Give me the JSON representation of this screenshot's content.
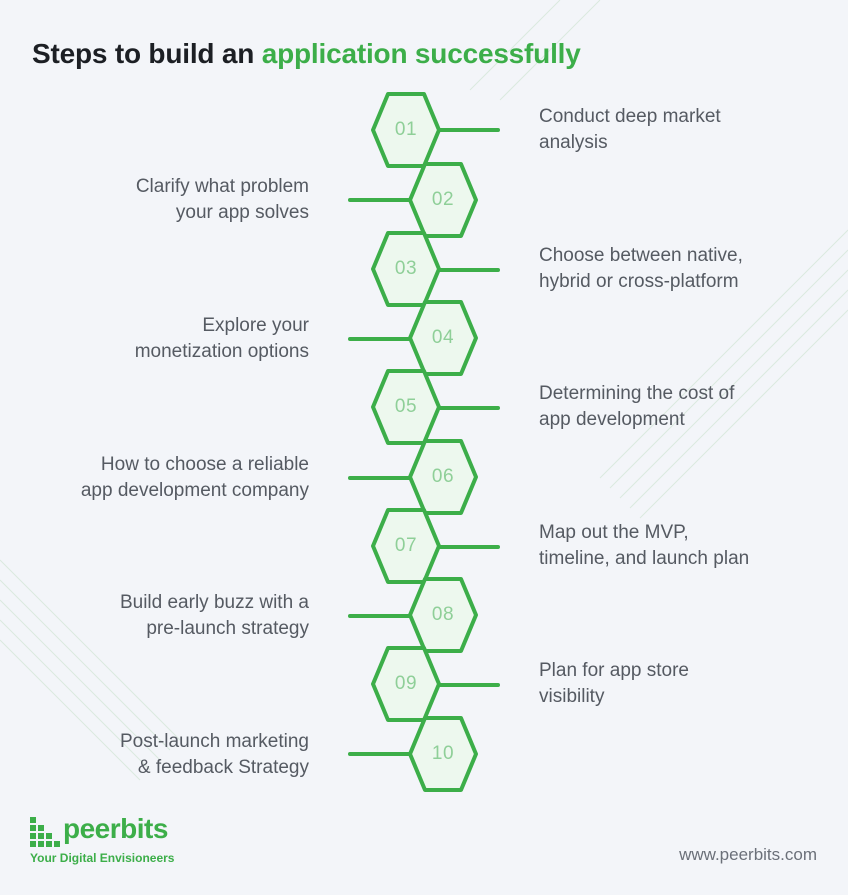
{
  "title": {
    "part1": "Steps to build an ",
    "part2": "application successfully"
  },
  "colors": {
    "accent": "#3cae49",
    "number": "#8fcf98",
    "hex_fill": "#edf8ee",
    "text": "#555a62"
  },
  "steps": [
    {
      "num": "01",
      "label": [
        "Conduct deep market",
        "analysis"
      ]
    },
    {
      "num": "02",
      "label": [
        "Clarify what problem",
        "your app solves"
      ]
    },
    {
      "num": "03",
      "label": [
        "Choose between native,",
        "hybrid or cross-platform"
      ]
    },
    {
      "num": "04",
      "label": [
        "Explore your",
        "monetization options"
      ]
    },
    {
      "num": "05",
      "label": [
        "Determining the cost of",
        "app development"
      ]
    },
    {
      "num": "06",
      "label": [
        "How to choose a reliable",
        "app development company"
      ]
    },
    {
      "num": "07",
      "label": [
        "Map out the MVP,",
        "timeline, and launch plan"
      ]
    },
    {
      "num": "08",
      "label": [
        "Build early buzz with a",
        "pre-launch strategy"
      ]
    },
    {
      "num": "09",
      "label": [
        "Plan for app store",
        "visibility"
      ]
    },
    {
      "num": "10",
      "label": [
        "Post-launch marketing",
        "& feedback Strategy"
      ]
    }
  ],
  "logo": {
    "name": "peerbits",
    "tagline": "Your Digital Envisioneers",
    "icon": "peerbits-logo-icon"
  },
  "website": "www.peerbits.com"
}
